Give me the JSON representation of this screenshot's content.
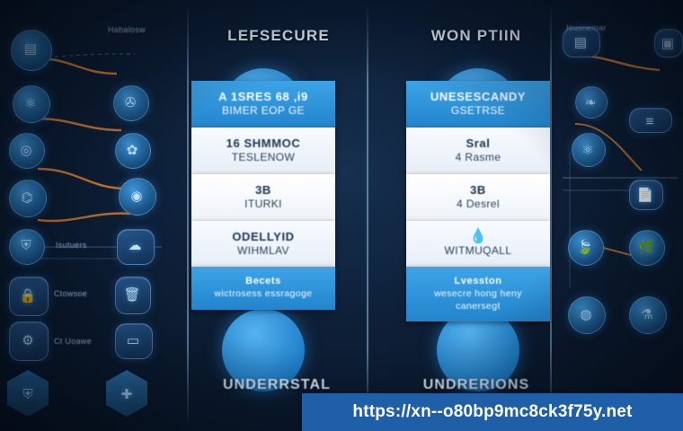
{
  "diagram": {
    "columns": [
      {
        "id": "left-panel",
        "heading": "",
        "footer": "",
        "labels": [
          "Habalosw",
          "Isutuers",
          "Ctowsoe",
          "Ct Uoawe"
        ]
      },
      {
        "id": "middle-left-column",
        "heading": "LEFSECURE",
        "footer": "UNDERRSTAL",
        "cards": [
          {
            "line1": "A  1SRES 68 ,i9",
            "line2": "BIMER EOP GE"
          },
          {
            "line1": "16 SHMMOC",
            "line2": "TESLENOW"
          },
          {
            "line1": "3B",
            "line2": "ITURKI"
          },
          {
            "line1": "ODELLYID",
            "line2": "WIHMLAV"
          },
          {
            "line1": "Becets",
            "line2": "wictrosess essragoge"
          }
        ]
      },
      {
        "id": "middle-right-column",
        "heading": "WON PTIIN",
        "footer": "UNDRERIONS",
        "cards": [
          {
            "line1": "UNESESCANDY",
            "line2": "GSETRSE"
          },
          {
            "line1": "Sral",
            "line2": "4 Rasme"
          },
          {
            "line1": "3B",
            "line2": "4 Desrel",
            "icon": "cube-icon"
          },
          {
            "line1": "WITMUQALL",
            "line2": "",
            "icon": "water-drop-icon"
          },
          {
            "line1": "Lvesston",
            "line2": "wesecre hong heny canersegt"
          }
        ]
      },
      {
        "id": "right-panel",
        "heading": "",
        "footer": "",
        "labels": [
          "Isusnemar"
        ]
      }
    ],
    "icons": [
      {
        "name": "server-rack-icon",
        "column": "left"
      },
      {
        "name": "network-node-icon",
        "column": "left"
      },
      {
        "name": "globe-icon",
        "column": "left"
      },
      {
        "name": "gear-icon",
        "column": "left"
      },
      {
        "name": "chip-icon",
        "column": "left"
      },
      {
        "name": "shield-icon",
        "column": "left"
      },
      {
        "name": "cloud-icon",
        "column": "left"
      },
      {
        "name": "lock-icon",
        "column": "left"
      },
      {
        "name": "database-icon",
        "column": "left"
      },
      {
        "name": "circuit-icon",
        "column": "left"
      },
      {
        "name": "hexagon-shield-icon",
        "column": "left"
      },
      {
        "name": "hexagon-node-icon",
        "column": "left"
      },
      {
        "name": "terminal-window-icon",
        "column": "right"
      },
      {
        "name": "monitor-icon",
        "column": "right"
      },
      {
        "name": "swirl-icon",
        "column": "right"
      },
      {
        "name": "atom-icon",
        "column": "right"
      },
      {
        "name": "server-stack-icon",
        "column": "right"
      },
      {
        "name": "document-icon",
        "column": "right"
      },
      {
        "name": "leaf-icon",
        "column": "right"
      },
      {
        "name": "tree-icon",
        "column": "right"
      },
      {
        "name": "brain-icon",
        "column": "right"
      },
      {
        "name": "flask-icon",
        "column": "right"
      }
    ],
    "colors": {
      "background": "#0d1e36",
      "accent_blue": "#2285cd",
      "card_light": "#eef3f9",
      "text_light": "#eaf4ff",
      "wire_orange": "#e8842a",
      "watermark_bar": "#1f5fa8"
    }
  },
  "watermark": {
    "url": "https://xn--o80bp9mc8ck3f75y.net"
  }
}
